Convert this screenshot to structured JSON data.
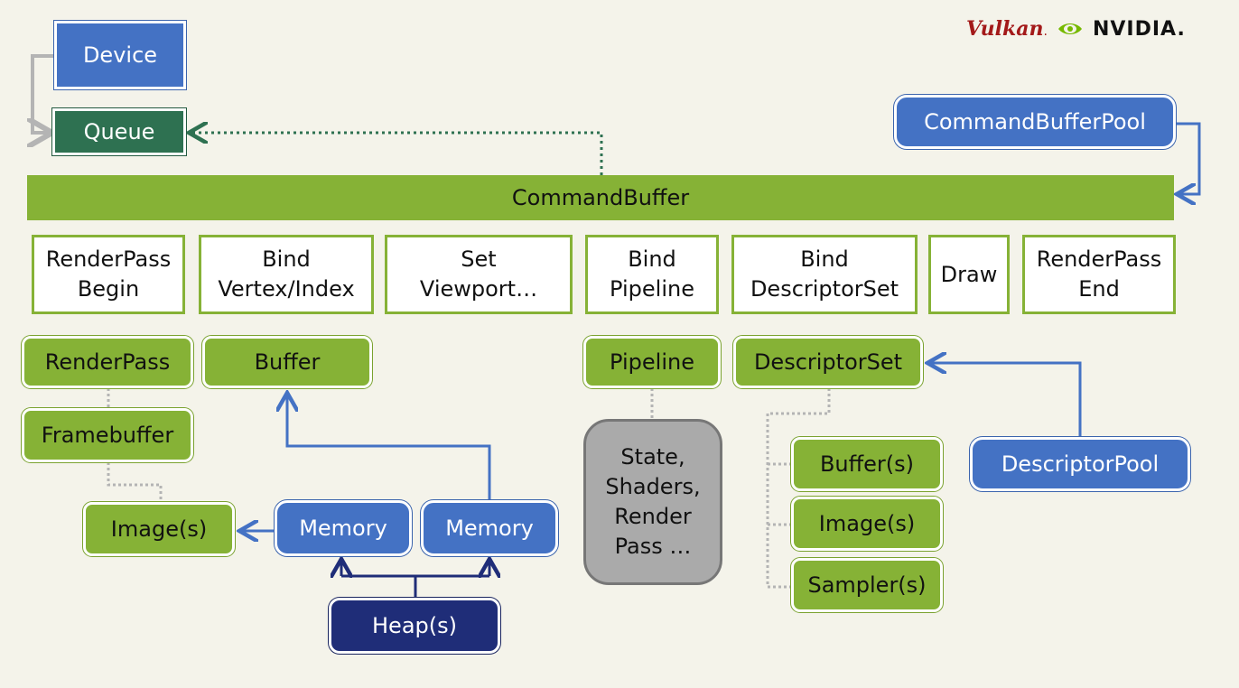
{
  "logos": {
    "vulkan": "Vulkan",
    "vulkan_mark": ".",
    "nvidia": "NVIDIA",
    "nvidia_mark": "."
  },
  "nodes": {
    "device": "Device",
    "queue": "Queue",
    "command_buffer_pool": "CommandBufferPool",
    "command_buffer": "CommandBuffer",
    "cmd_renderpass_begin": "RenderPass\nBegin",
    "cmd_bind_vertex_index": "Bind\nVertex/Index",
    "cmd_set_viewport": "Set\nViewport…",
    "cmd_bind_pipeline": "Bind\nPipeline",
    "cmd_bind_descriptorset": "Bind\nDescriptorSet",
    "cmd_draw": "Draw",
    "cmd_renderpass_end": "RenderPass\nEnd",
    "renderpass": "RenderPass",
    "buffer": "Buffer",
    "framebuffer": "Framebuffer",
    "images": "Image(s)",
    "memory_1": "Memory",
    "memory_2": "Memory",
    "heaps": "Heap(s)",
    "pipeline": "Pipeline",
    "pipeline_state": "State,\nShaders,\nRender\nPass …",
    "descriptorset": "DescriptorSet",
    "ds_buffers": "Buffer(s)",
    "ds_images": "Image(s)",
    "ds_samplers": "Sampler(s)",
    "descriptor_pool": "DescriptorPool"
  },
  "colors": {
    "background": "#f4f3ea",
    "blue": "#4472c4",
    "dark_green": "#2e7151",
    "navy": "#1f2d78",
    "green": "#86b236",
    "grey": "#aaaaaa",
    "connector_grey": "#b4b4b4",
    "vulkan_red": "#a31919"
  }
}
